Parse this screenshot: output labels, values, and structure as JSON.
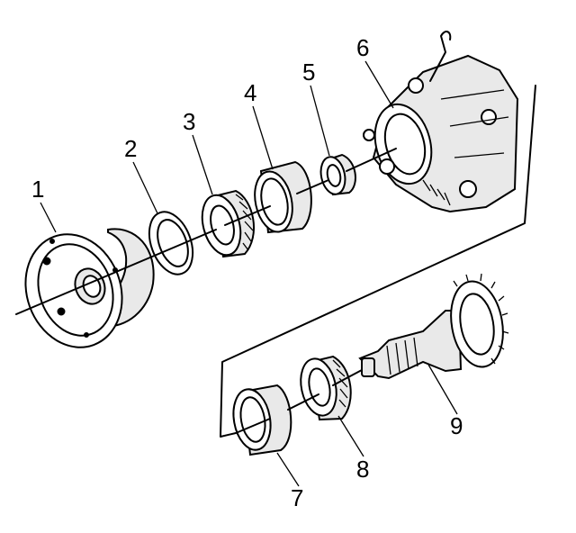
{
  "figure": {
    "callouts": [
      "1",
      "2",
      "3",
      "4",
      "5",
      "6",
      "7",
      "8",
      "9"
    ]
  }
}
